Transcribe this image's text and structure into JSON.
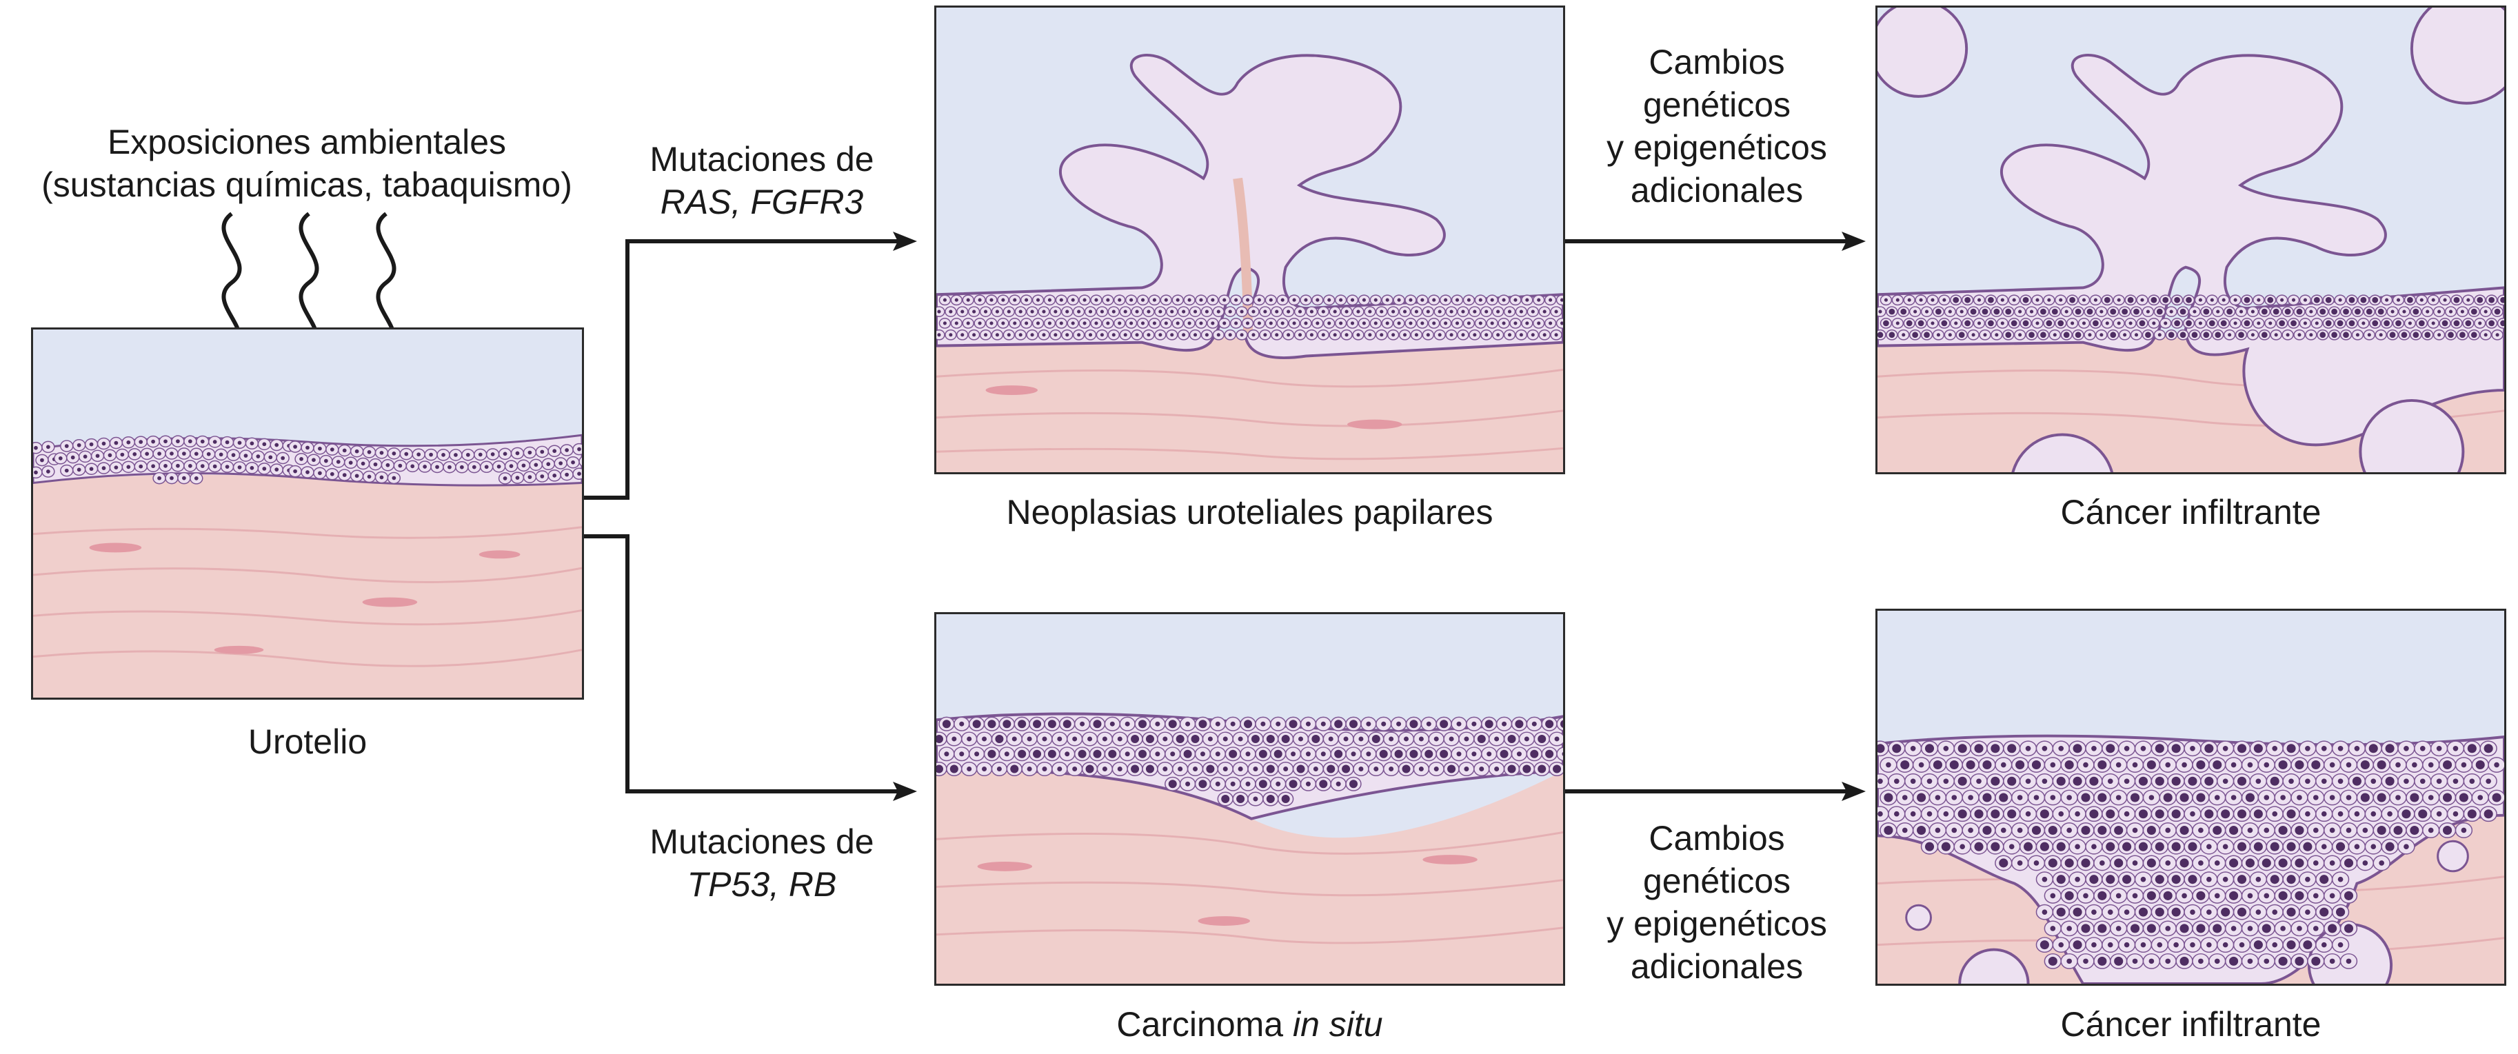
{
  "exposure": {
    "line1": "Exposiciones ambientales",
    "line2": "(sustancias químicas, tabaquismo)"
  },
  "panels": {
    "urothelium": {
      "caption": "Urotelio"
    },
    "papillary": {
      "caption": "Neoplasias uroteliales papilares"
    },
    "infiltrating_top": {
      "caption": "Cáncer infiltrante"
    },
    "cis": {
      "caption_prefix": "Carcinoma ",
      "caption_italic": "in situ"
    },
    "infiltrating_bottom": {
      "caption": "Cáncer infiltrante"
    }
  },
  "pathways": {
    "top_mutation": {
      "prefix": "Mutaciones de",
      "genes": "RAS, FGFR3"
    },
    "bottom_mutation": {
      "prefix": "Mutaciones de",
      "genes": "TP53, RB"
    },
    "top_changes": [
      "Cambios",
      "genéticos",
      "y epigenéticos",
      "adicionales"
    ],
    "bottom_changes": [
      "Cambios",
      "genéticos",
      "y epigenéticos",
      "adicionales"
    ]
  },
  "colors": {
    "lumen": "#dfe5f3",
    "stroma": "#f0cfcc",
    "stroma_fiber": "#e3a9ad",
    "cell_fill": "#ede1f1",
    "cell_stroke": "#7b5592",
    "nucleus": "#4e2d62",
    "line": "#1a1a1a"
  }
}
